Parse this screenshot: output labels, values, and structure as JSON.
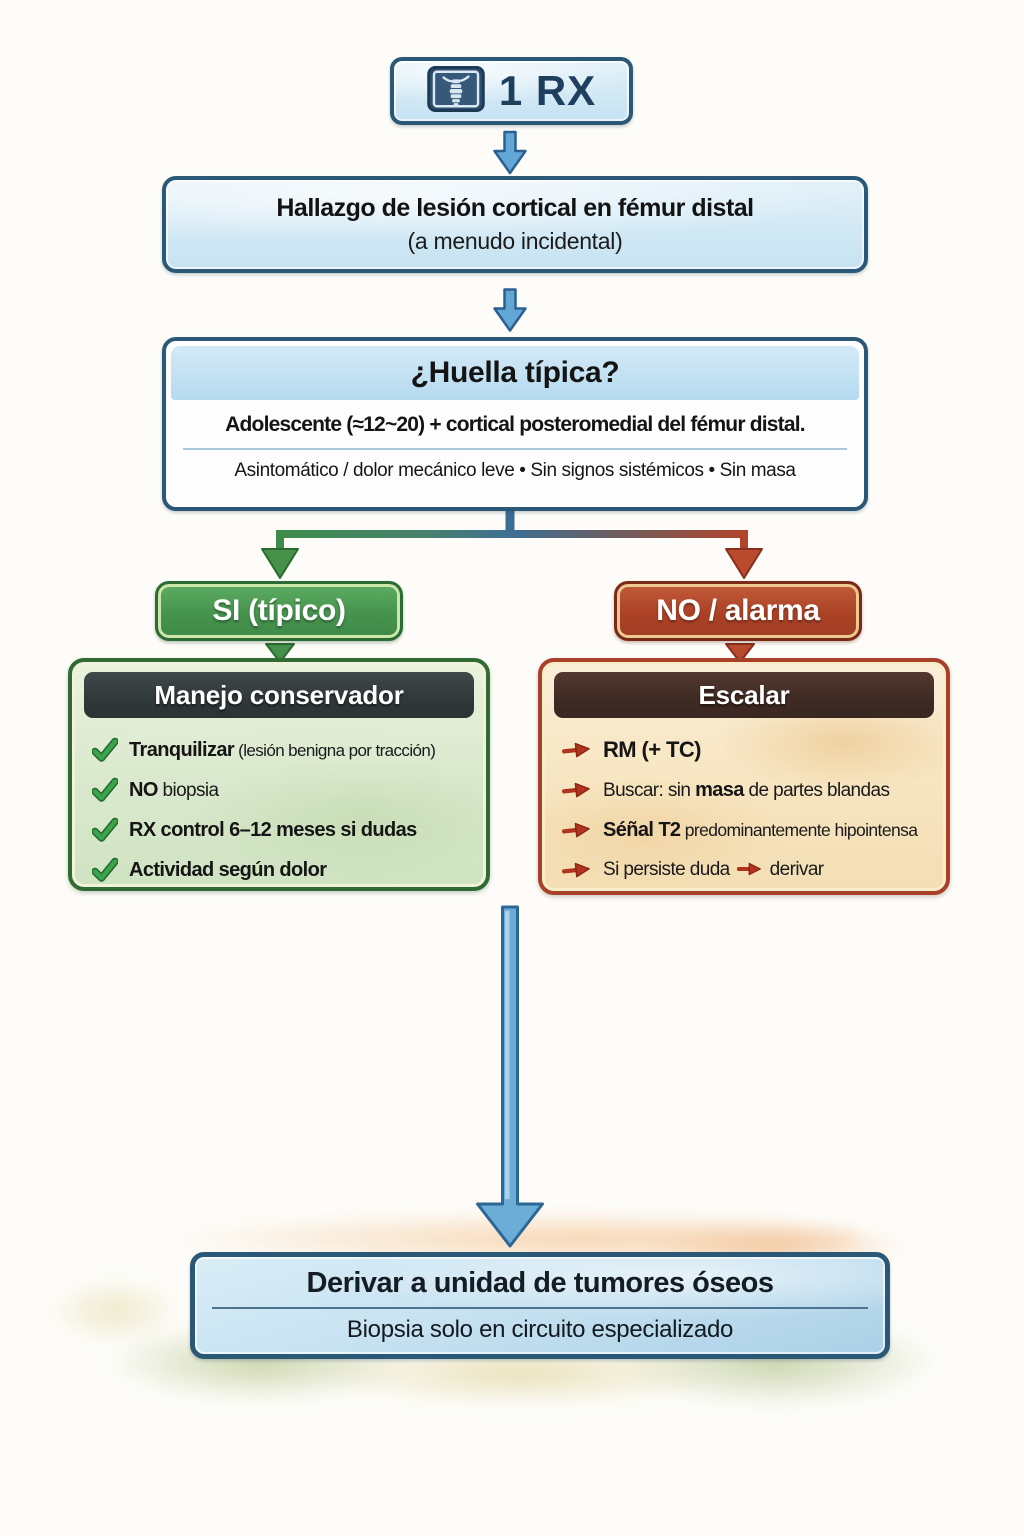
{
  "rx_box": {
    "label": "1 RX",
    "icon": "xray-icon"
  },
  "finding_box": {
    "title": "Hallazgo de lesión cortical en fémur distal",
    "subtitle": "(a menudo incidental)"
  },
  "question_box": {
    "title": "¿Huella típica?",
    "criteria": "Adolescente (≈12~20) + cortical posteromedial del fémur distal.",
    "symptoms": "Asintomático / dolor mecánico leve • Sin signos sistémicos • Sin masa"
  },
  "branch_yes": {
    "label": "SI (típico)"
  },
  "branch_no": {
    "label": "NO / alarma"
  },
  "conservative_box": {
    "header": "Manejo conservador",
    "items": [
      {
        "bold": "Tranquilizar",
        "post": " (lesión benigna por tracción)"
      },
      {
        "bold": "NO",
        "post": " biopsia"
      },
      {
        "bold": "RX control 6–12 meses si dudas",
        "post": ""
      },
      {
        "bold": "Actividad según dolor",
        "post": ""
      }
    ]
  },
  "escalate_box": {
    "header": "Escalar",
    "items": [
      {
        "pre": "",
        "bold": "RM (+ TC)",
        "post": ""
      },
      {
        "pre": "Buscar: sin ",
        "bold": "masa",
        "post": " de partes blandas"
      },
      {
        "pre": "",
        "bold": "Séñal T2",
        "post": " predominantemente hipointensa"
      },
      {
        "pre": "Si persiste duda",
        "bold": "",
        "post": "derivar"
      }
    ]
  },
  "referral_box": {
    "title": "Derivar a unidad de tumores óseos",
    "subtitle": "Biopsia solo en circuito especializado"
  },
  "colors": {
    "navy_border": "#2b5876",
    "blue_arrow": "#63a7d6",
    "branch_green": "#3f8c49",
    "branch_red": "#b2442b",
    "conservative_header": "#303839",
    "escalate_header": "#3f2b24",
    "check_green": "#3fa24c",
    "arrow_red": "#b1341e"
  }
}
